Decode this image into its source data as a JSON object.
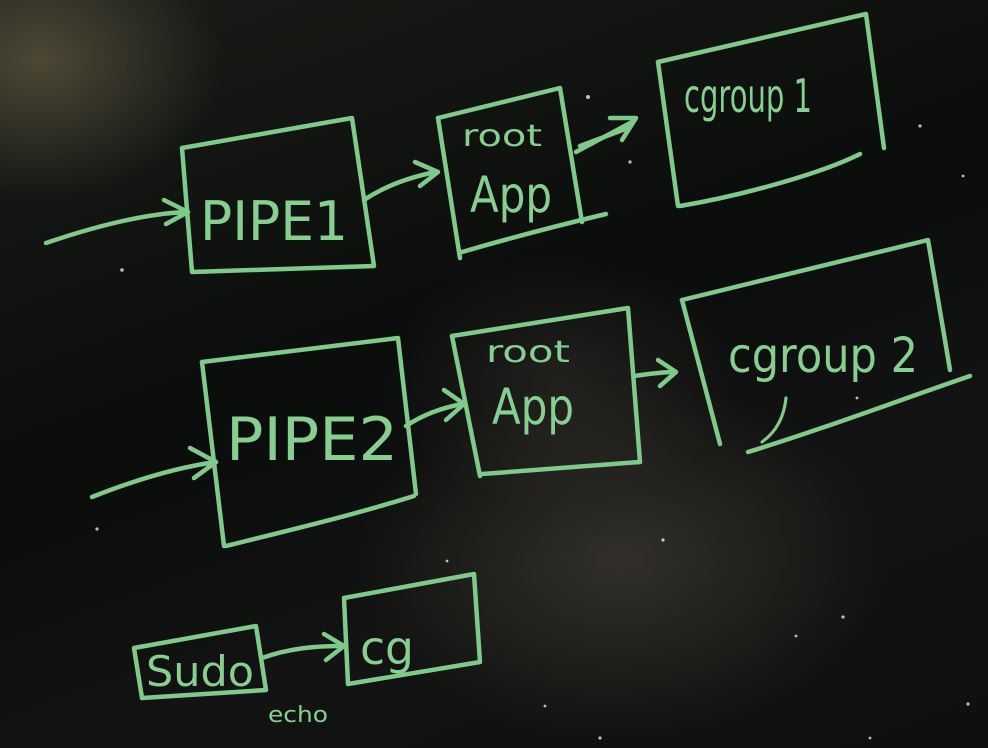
{
  "row1": {
    "pipe_label": "PIPE1",
    "app_top_label": "root",
    "app_bottom_label": "App",
    "cgroup_label": "cgroup 1"
  },
  "row2": {
    "pipe_label": "PIPE2",
    "app_top_label": "root",
    "app_bottom_label": "App",
    "cgroup_label": "cgroup 2"
  },
  "row3": {
    "sudo_label": "Sudo",
    "echo_label": "echo",
    "cg_label": "cg"
  },
  "colors": {
    "chalk": "#7fc98a",
    "board": "#0c0e0d"
  }
}
